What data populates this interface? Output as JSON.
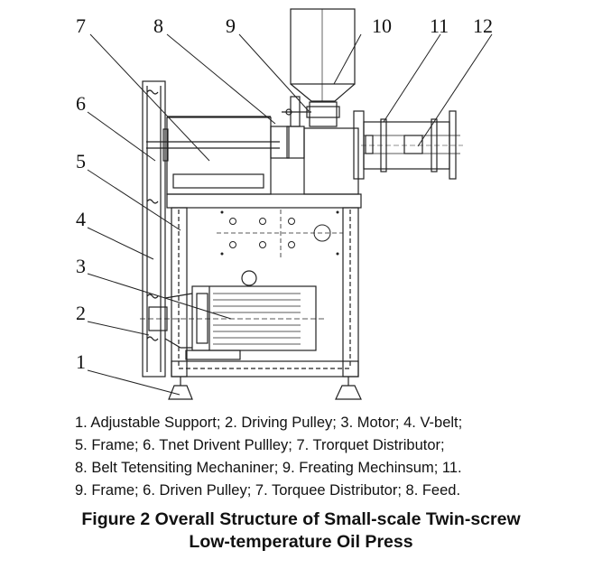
{
  "labels": [
    "1",
    "2",
    "3",
    "4",
    "5",
    "6",
    "7",
    "8",
    "9",
    "10",
    "11",
    "12"
  ],
  "caption_lines": [
    "1. Adjustable Support; 2. Driving Pulley; 3. Motor; 4. V-belt;",
    "5. Frame; 6. Tnet Drivent Pullley; 7. Trorquet Distributor;",
    "8. Belt Tetensiting Mechaniner; 9. Freating Mechinsum; 11.",
    "9. Frame; 6. Driven Pulley; 7. Torquee Distributor; 8. Feed."
  ],
  "title_lines": [
    "Figure 2 Overall Structure of Small-scale Twin-screw",
    "Low-temperature Oil Press"
  ]
}
